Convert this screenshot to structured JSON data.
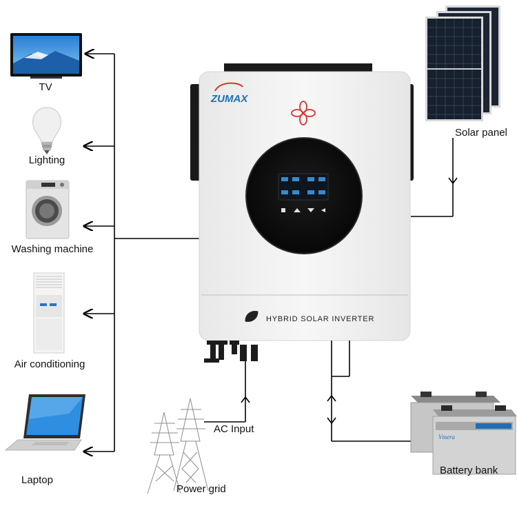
{
  "inverter": {
    "brand": "ZUMAX",
    "panel_text": "HYBRID SOLAR INVERTER"
  },
  "loads": [
    {
      "label": "TV",
      "icon": "tv-icon"
    },
    {
      "label": "Lighting",
      "icon": "light-bulb-icon"
    },
    {
      "label": "Washing machine",
      "icon": "washing-machine-icon"
    },
    {
      "label": "Air conditioning",
      "icon": "air-conditioner-icon"
    },
    {
      "label": "Laptop",
      "icon": "laptop-icon"
    }
  ],
  "sources": {
    "solar_label": "Solar panel",
    "ac_input_label": "AC Input",
    "grid_label": "Power grid",
    "battery_label": "Battery bank",
    "battery_brand": "Vmera"
  },
  "colors": {
    "inverter_body": "#f2f2f2",
    "inverter_side": "#1a1a1a",
    "logo_blue": "#1f6fb8",
    "logo_red": "#d9342b",
    "panel_cell": "#16202e",
    "battery_body": "#c9c9c9",
    "line": "#000000"
  }
}
